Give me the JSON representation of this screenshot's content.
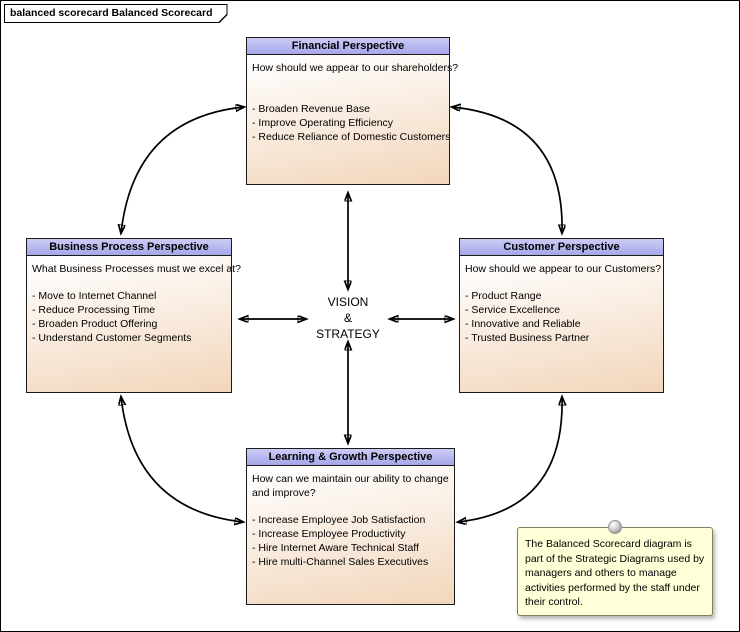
{
  "frame": {
    "tab_label": "balanced scorecard Balanced Scorecard"
  },
  "center": {
    "lines": [
      "VISION",
      "&",
      "STRATEGY"
    ]
  },
  "boxes": {
    "financial": {
      "title": "Financial Perspective",
      "question": "How should we appear to our shareholders?",
      "items": [
        "- Broaden Revenue Base",
        "- Improve Operating Efficiency",
        "- Reduce Reliance of Domestic Customers"
      ]
    },
    "business_process": {
      "title": "Business Process Perspective",
      "question": "What Business Processes must we excel at?",
      "items": [
        "- Move to Internet Channel",
        "- Reduce Processing Time",
        "- Broaden Product Offering",
        "- Understand Customer Segments"
      ]
    },
    "customer": {
      "title": "Customer Perspective",
      "question": "How should we appear to our Customers?",
      "items": [
        "- Product Range",
        "- Service Excellence",
        "- Innovative and Reliable",
        "- Trusted Business Partner"
      ]
    },
    "learning": {
      "title": "Learning & Growth Perspective",
      "question": "How can we maintain our ability to change and improve?",
      "items": [
        "- Increase Employee Job Satisfaction",
        "- Increase Employee Productivity",
        "- Hire Internet Aware Technical Staff",
        "- Hire multi-Channel Sales Executives"
      ]
    }
  },
  "note": {
    "text": "The Balanced Scorecard diagram is part of the Strategic Diagrams used by managers and others to manage activities performed by the staff under their control."
  },
  "colors": {
    "header_top": "#ccccf6",
    "header_bottom": "#a6a6ea",
    "body_top": "#ffffff",
    "body_bottom": "#f2d6bb",
    "note_bg": "#ffffd8",
    "connector": "#000000"
  }
}
